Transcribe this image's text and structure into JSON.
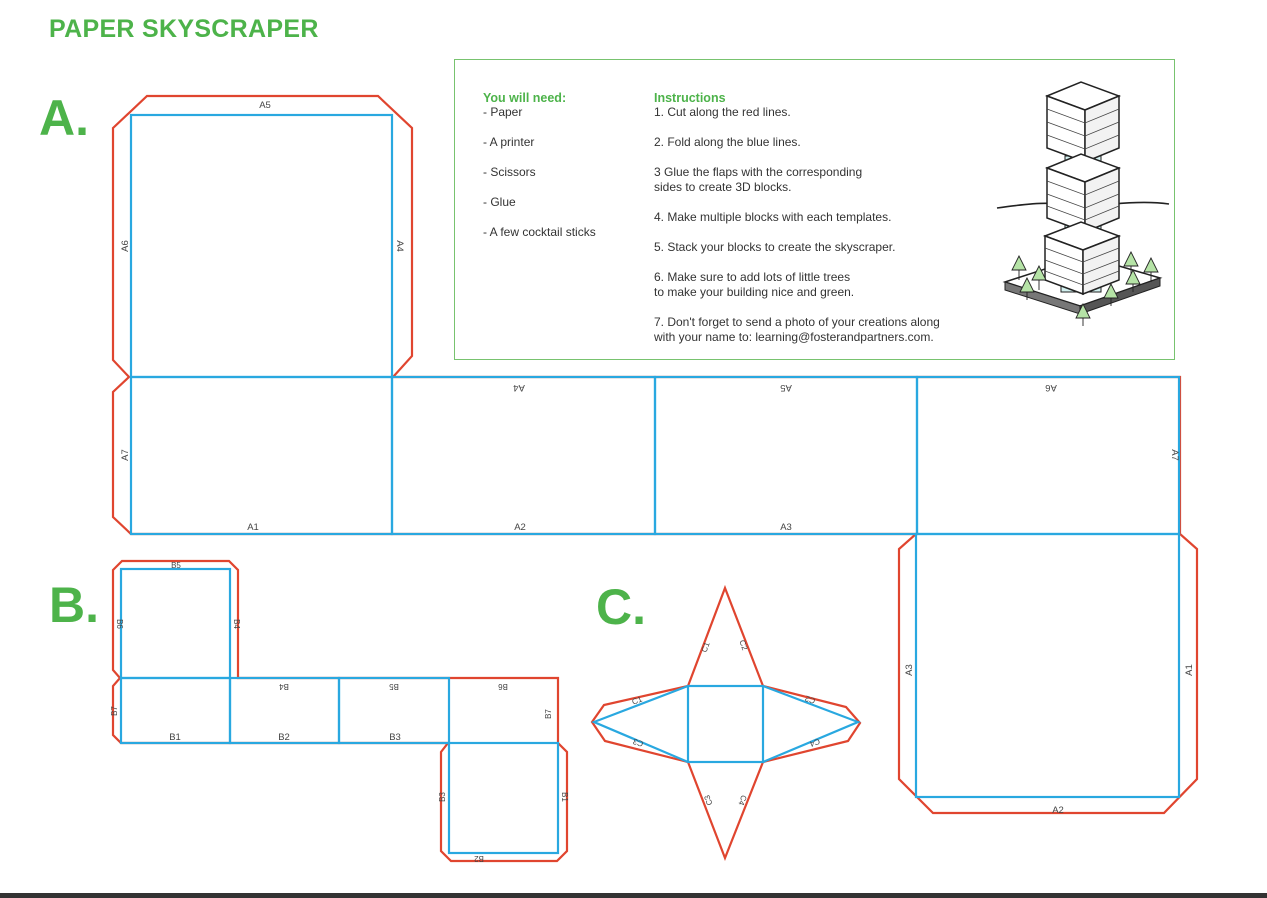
{
  "title": "PAPER SKYSCRAPER",
  "sections": {
    "a": "A.",
    "b": "B.",
    "c": "C."
  },
  "needs": {
    "heading": "You will need:",
    "items": [
      "- Paper",
      "- A printer",
      "- Scissors",
      "- Glue",
      "- A few cocktail sticks"
    ]
  },
  "instructions": {
    "heading": "Instructions",
    "steps": [
      "1. Cut along the red lines.",
      "2. Fold along the blue lines.",
      "3 Glue the flaps with the corresponding\n   sides to create 3D blocks.",
      "4. Make multiple blocks with each templates.",
      "5. Stack your blocks to create the skyscraper.",
      "6. Make sure to add lots of little trees\n   to make your building nice and green.",
      "7. Don't forget to send a photo of your creations along\n   with your name to: learning@fosterandpartners.com."
    ]
  },
  "labels": {
    "a": {
      "a1": "A1",
      "a2": "A2",
      "a3": "A3",
      "a4": "A4",
      "a5": "A5",
      "a6": "A6",
      "a7": "A7"
    },
    "b": {
      "b1": "B1",
      "b2": "B2",
      "b3": "B3",
      "b4": "B4",
      "b5": "B5",
      "b6": "B6",
      "b7": "B7"
    },
    "c": {
      "c1": "C1",
      "c2": "C2",
      "c3": "C3",
      "c4": "C4"
    }
  },
  "colors": {
    "cut": "#e0452f",
    "fold": "#29a8e0",
    "accent": "#4db34a",
    "box_border": "#78c36f",
    "glass": "#d2f0ef",
    "tree": "#b5e3a6"
  }
}
